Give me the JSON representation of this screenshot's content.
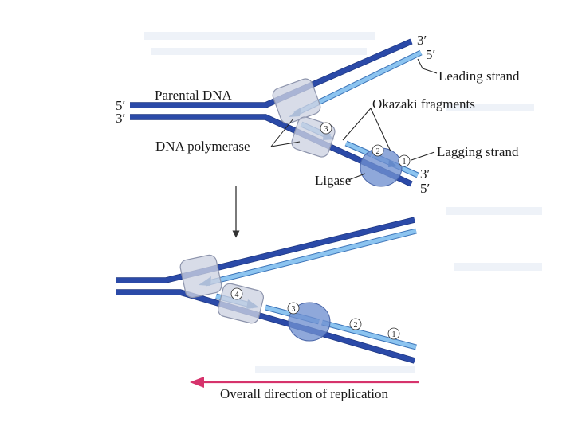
{
  "labels": {
    "three_prime_top": "3′",
    "five_prime_top": "5′",
    "leading_strand": "Leading strand",
    "five_prime_left": "5′",
    "three_prime_left": "3′",
    "parental_dna": "Parental DNA",
    "okazaki_fragments": "Okazaki fragments",
    "dna_polymerase": "DNA polymerase",
    "lagging_strand": "Lagging strand",
    "three_prime_bottom": "3′",
    "five_prime_bottom": "5′",
    "ligase": "Ligase",
    "overall_direction": "Overall direction of replication"
  },
  "numbers": {
    "n1": "1",
    "n2": "2",
    "n3": "3",
    "n4": "4"
  },
  "colors": {
    "parental_strand": "#2b4aa8",
    "new_strand": "#8cc4f0",
    "polymerase": "#cdd2e2",
    "ligase": "#6f8fd0",
    "direction_arrow": "#d6336c"
  }
}
